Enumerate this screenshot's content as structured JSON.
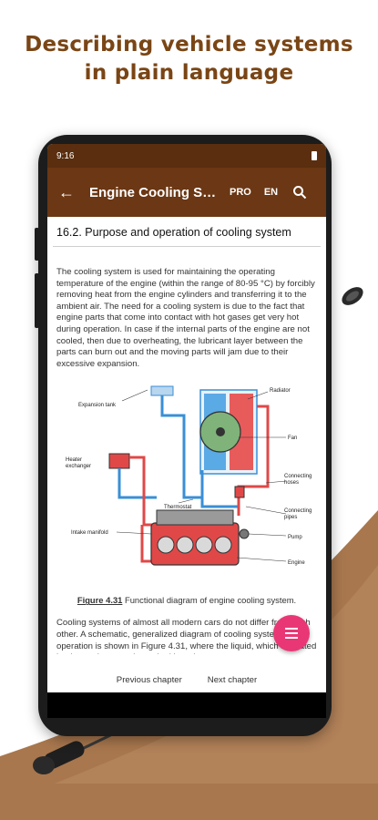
{
  "promo": {
    "title_line1": "Describing vehicle systems",
    "title_line2": "in plain language"
  },
  "status_bar": {
    "time": "9:16"
  },
  "app_bar": {
    "back_icon": "arrow-back-icon",
    "title": "Engine Cooling Sy…",
    "pro_label": "PRO",
    "lang_label": "EN",
    "search_icon": "search-icon"
  },
  "article": {
    "section_title": "16.2. Purpose and operation of cooling system",
    "paragraph1": "The cooling system is used for maintaining the operating temperature of the engine (within the range of 80-95 °C) by forcibly removing heat from the engine cylinders and transferring it to the ambient air. The need for a cooling system is due to the fact that engine parts that come into contact with hot gases get very hot during operation. In case if the internal parts of the engine are not cooled, then due to overheating, the lubricant layer between the parts can burn out and the moving parts will jam due to their excessive expansion.",
    "diagram_labels": {
      "radiator": "Radiator",
      "expansion_tank": "Expansion tank",
      "fan": "Fan",
      "heater_exchanger_1": "Heater",
      "heater_exchanger_2": "exchanger",
      "connecting_hoses_1": "Connecting",
      "connecting_hoses_2": "hoses",
      "thermostat": "Thermostat",
      "connecting_pipes_1": "Connecting",
      "connecting_pipes_2": "pipes",
      "intake_manifold": "Intake manifold",
      "pump": "Pump",
      "engine": "Engine"
    },
    "figure_ref": "Figure 4.31",
    "figure_caption": " Functional diagram of engine cooling system.",
    "paragraph2": "Cooling systems of almost all modern cars do not differ from each other. A schematic, generalized diagram of cooling system operation is shown in Figure 4.31, where the liquid, which is heated by the engine parts is marked in red"
  },
  "chapter_nav": {
    "previous": "Previous chapter",
    "next": "Next chapter"
  },
  "fab": {
    "icon": "menu-icon",
    "color": "#e93775"
  },
  "colors": {
    "promo_title": "#7a4515",
    "status_bar": "#5a2e0e",
    "app_bar": "#6b3714",
    "swoosh": "#a8774e"
  }
}
